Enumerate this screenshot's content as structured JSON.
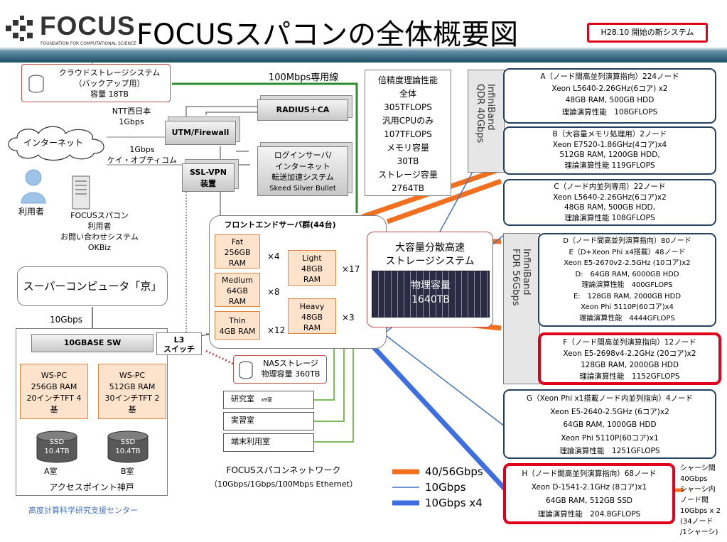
{
  "header": {
    "logo_text": "FOCUS",
    "logo_sub": "FOUNDATION FOR COMPUTATIONAL SCIENCE",
    "title": "FOCUSスパコンの全体概要図",
    "badge": "H28.10 開始の新システム"
  },
  "left": {
    "cloud_storage": [
      "クラウドストレージシステム",
      "（バックアップ用）",
      "容量 18TB"
    ],
    "ntt_label": [
      "NTT西日本",
      "1Gbps"
    ],
    "internet": "インターネット",
    "kcom_label": [
      "1Gbps",
      "ケイ・オプティコム"
    ],
    "user": "利用者",
    "okbiz": [
      "FOCUSスパコン",
      "利用者",
      "お問い合わせシステム",
      "OKBiz"
    ],
    "kei": "スーパーコンピュータ「京」",
    "tenG": "10Gbps",
    "sw": "10GBASE SW",
    "l3": [
      "L3",
      "スイッチ"
    ],
    "wspc_a": [
      "WS-PC",
      "256GB RAM",
      "20インチTFT 4",
      "基"
    ],
    "wspc_b": [
      "WS-PC",
      "512GB RAM",
      "30インチTFT 2",
      "基"
    ],
    "ssd": [
      "SSD",
      "10.4TB"
    ],
    "room_a": "A室",
    "room_b": "B室",
    "access_point": "アクセスポイント神戸",
    "footer_org": "高度計算科学研究支援センター"
  },
  "center": {
    "dedicated": "100Mbps専用線",
    "radius": "RADIUS＋CA",
    "utm": "UTM/Firewall",
    "sslvpn": [
      "SSL-VPN",
      "装置"
    ],
    "login": [
      "ログインサーバ/",
      "インターネット",
      "転送加速システム",
      "Skeed Silver Bullet"
    ],
    "frontend_title": "フロントエンドサーバ群(44台)",
    "fat": [
      "Fat",
      "256GB",
      "RAM"
    ],
    "fat_n": "×4",
    "medium": [
      "Medium",
      "64GB",
      "RAM"
    ],
    "medium_n": "×8",
    "thin": [
      "Thin",
      "4GB RAM"
    ],
    "thin_n": "×12",
    "light": [
      "Light",
      "48GB",
      "RAM"
    ],
    "light_n": "×17",
    "heavy": [
      "Heavy",
      "48GB",
      "RAM"
    ],
    "heavy_n": "×3",
    "nas": [
      "NASストレージ",
      "物理容量 360TB"
    ],
    "rooms": [
      "研究室",
      "実習室",
      "端末利用室"
    ],
    "room_note": "x9室",
    "network_label": [
      "FOCUSスパコンネットワーク",
      "（10Gbps/1Gbps/100Mbps Ethernet）"
    ],
    "perf": [
      "倍精度理論性能",
      "全体",
      "305TFLOPS",
      "汎用CPUのみ",
      "107TFLOPS",
      "メモリ容量",
      "30TB",
      "ストレージ容量",
      "2764TB"
    ],
    "storage": [
      "大容量分散高速",
      "ストレージシステム"
    ],
    "storage_cap": [
      "物理容量",
      "1640TB"
    ]
  },
  "legend": {
    "items": [
      "40/56Gbps",
      "10Gbps",
      "10Gbps x4"
    ],
    "colors": [
      "#f07020",
      "#4472c4",
      "#3d6fe0"
    ]
  },
  "interconnect": {
    "qdr": [
      "InfiniBand",
      "QDR 40Gbps"
    ],
    "fdr": [
      "InfiniBand",
      "FDR 56Gbps"
    ]
  },
  "nodes": {
    "A": [
      "A（ノード間高並列演算指向）224ノード",
      "Xeon L5640-2.26GHz(6コア) x2",
      "48GB RAM, 500GB HDD",
      "理論演算性能　108GFLOPS"
    ],
    "B": [
      "B（大容量メモリ処理用）2ノード",
      "Xeon E7520-1.86GHz(4コア)x4",
      "512GB RAM, 1200GB HDD,",
      "理論演算性能 119GFLOPS"
    ],
    "C": [
      "C（ノード内並列専用）22ノード",
      "Xeon L5640-2.26GHz(6コア)x2",
      "48GB RAM, 500GB HDD,",
      "理論演算性能 108GFLOPS"
    ],
    "DE": [
      "D（ノード間高並列演算指向）80ノード",
      "E（D+Xeon Phi x4搭載）48ノード",
      "Xeon E5-2670v2-2.5GHz (10コア)x2",
      "D:　64GB RAM, 6000GB HDD",
      "理論演算性能　400GFLOPS",
      "E:　128GB RAM, 2000GB HDD",
      "Xeon Phi 5110P(60コア)x4",
      "理論演算性能　4444GFLOPS"
    ],
    "F": [
      "F（ノード間高並列演算指向）12ノード",
      "Xeon E5-2698v4-2.2GHz (20コア)x2",
      "128GB RAM, 2000GB HDD",
      "理論演算性能　1152GFLOPS"
    ],
    "G": [
      "G（Xeon Phi x1搭載ノード内並列指向）4ノード",
      "Xeon E5-2640-2.5GHz (6コア)x2",
      "64GB RAM, 1000GB HDD",
      "Xeon Phi 5110P(60コア)x1",
      "理論演算性能　1251GFLOPS"
    ],
    "H": [
      "H（ノード間高並列演算指向）68ノード",
      "Xeon D-1541-2.1GHz (8コア)x1",
      "64GB RAM, 512GB SSD",
      "理論演算性能　204.8GFLOPS"
    ]
  },
  "side_note": [
    "シャーシ間",
    "40Gbps",
    "シャーシ内",
    "ノード間",
    "10Gbps x 2",
    "(34ノード",
    "/1シャーシ)"
  ]
}
